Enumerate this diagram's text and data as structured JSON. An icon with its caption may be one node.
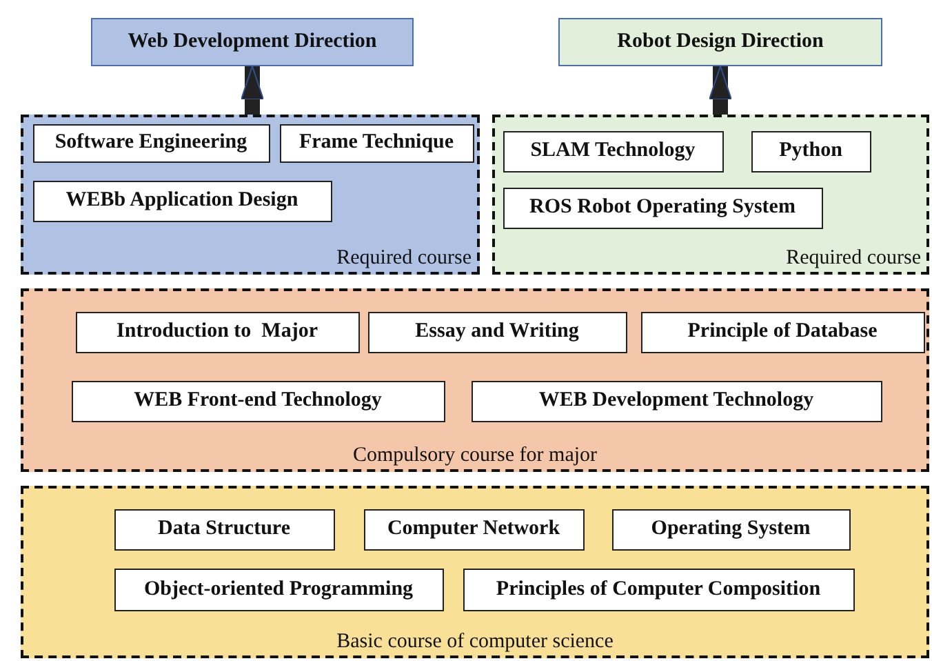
{
  "diagram": {
    "nodes": [
      {
        "text": [
          "Web Development Direction"
        ]
      },
      {
        "text": [
          "Robot Design Direction"
        ]
      },
      {
        "text": [
          "Required course"
        ]
      },
      {
        "text": [
          "Software Engineering"
        ],
        "in": 2
      },
      {
        "text": [
          "Frame Technique"
        ],
        "in": 2
      },
      {
        "text": [
          "WEBb Application Design"
        ],
        "in": 2
      },
      {
        "text": [
          "Required course"
        ]
      },
      {
        "text": [
          "SLAM Technology"
        ],
        "in": 6
      },
      {
        "text": [
          "Python"
        ],
        "in": 6
      },
      {
        "text": [
          "ROS Robot Operating System"
        ],
        "in": 6
      },
      {
        "text": [
          "Compulsory course for major"
        ]
      },
      {
        "text": [
          "Introduction to  Major"
        ],
        "in": 10
      },
      {
        "text": [
          "Essay and Writing"
        ],
        "in": 10
      },
      {
        "text": [
          "Principle of Database"
        ],
        "in": 10
      },
      {
        "text": [
          "WEB Front-end Technology"
        ],
        "in": 10
      },
      {
        "text": [
          "WEB Development Technology"
        ],
        "in": 10
      },
      {
        "text": [
          "Basic course of computer science"
        ]
      },
      {
        "text": [
          "Data Structure"
        ],
        "in": 16
      },
      {
        "text": [
          "Computer Network"
        ],
        "in": 16
      },
      {
        "text": [
          "Operating System"
        ],
        "in": 16
      },
      {
        "text": [
          "Object-oriented Programming"
        ],
        "in": 16
      },
      {
        "text": [
          "Principles of Computer Composition"
        ],
        "in": 16
      }
    ],
    "edges": [
      {
        "from": 2,
        "to": 0,
        "arrow": "to"
      },
      {
        "from": 6,
        "to": 1,
        "arrow": "to"
      }
    ]
  }
}
